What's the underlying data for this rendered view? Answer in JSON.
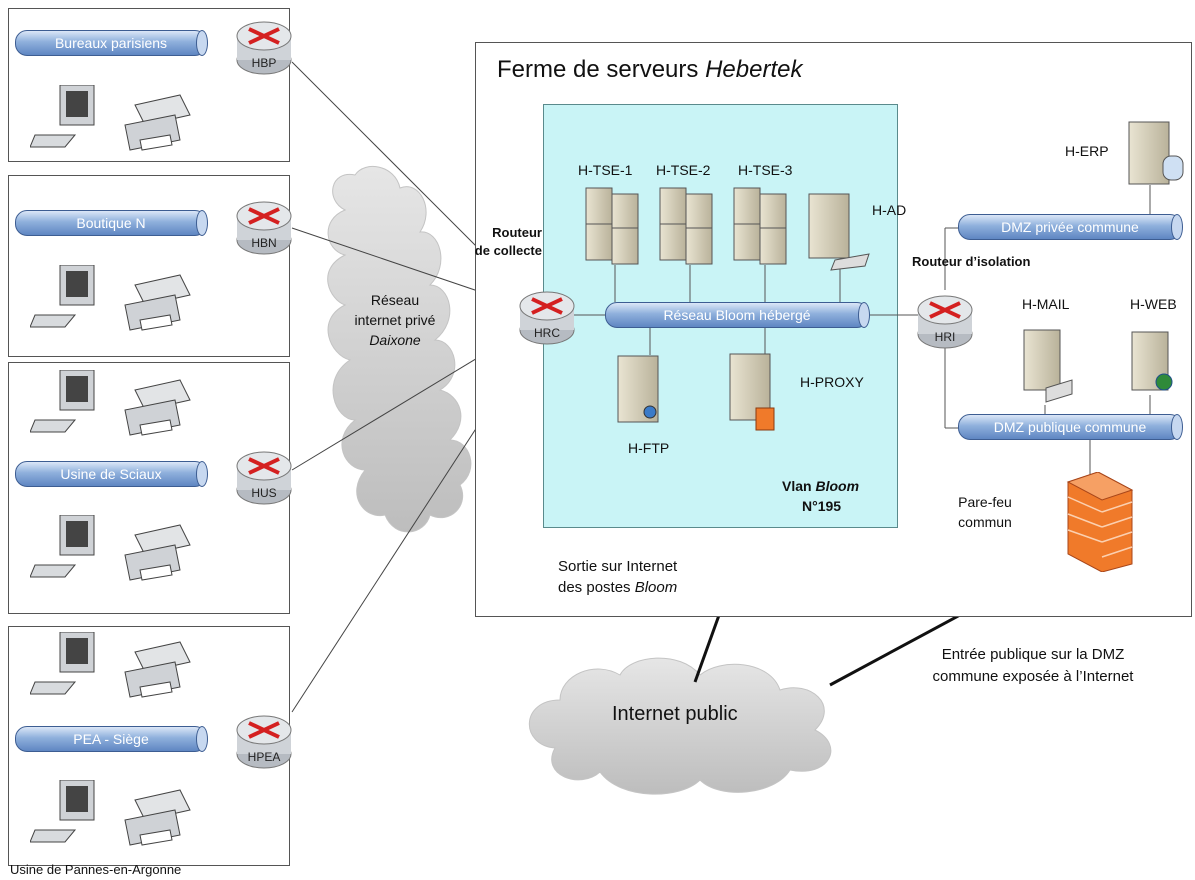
{
  "title": {
    "prefix": "Ferme de serveurs ",
    "name": "Hebertek"
  },
  "sites": {
    "hbp": {
      "bus": "Bureaux parisiens",
      "router": "HBP"
    },
    "hbn": {
      "bus": "Boutique N",
      "router": "HBN"
    },
    "hus": {
      "bus": "Usine de Sciaux",
      "router": "HUS"
    },
    "hpea": {
      "bus": "PEA - Siège",
      "router": "HPEA",
      "caption": "Usine de Pannes-en-Argonne"
    }
  },
  "private_network": {
    "line1": "Réseau",
    "line2": "internet privé",
    "line3": "Daixone"
  },
  "collector": {
    "line1": "Routeur",
    "line2": "de collecte",
    "router": "HRC"
  },
  "vlan": {
    "bus": "Réseau Bloom hébergé",
    "label_prefix": "Vlan ",
    "label_name": "Bloom",
    "number": "N°195",
    "servers": {
      "tse1": "H-TSE-1",
      "tse2": "H-TSE-2",
      "tse3": "H-TSE-3",
      "ad": "H-AD",
      "ftp": "H-FTP",
      "proxy": "H-PROXY"
    }
  },
  "dmz": {
    "private_bus": "DMZ privée commune",
    "public_bus": "DMZ publique commune",
    "isolation_label": "Routeur d’isolation",
    "router": "HRI",
    "erp": "H-ERP",
    "mail": "H-MAIL",
    "web": "H-WEB",
    "firewall_line1": "Pare-feu",
    "firewall_line2": "commun"
  },
  "internet": {
    "label": "Internet public",
    "exit_line1": "Sortie sur Internet",
    "exit_line2_prefix": "des postes ",
    "exit_line2_name": "Bloom",
    "entry_line1": "Entrée publique sur la DMZ",
    "entry_line2": "commune exposée à l’Internet"
  },
  "colors": {
    "vlan_bg": "#c9f4f6",
    "bus": "#6f93cc",
    "router": "#cfd3d8",
    "arrows": "#d42020",
    "firewall": "#f07a2a"
  }
}
